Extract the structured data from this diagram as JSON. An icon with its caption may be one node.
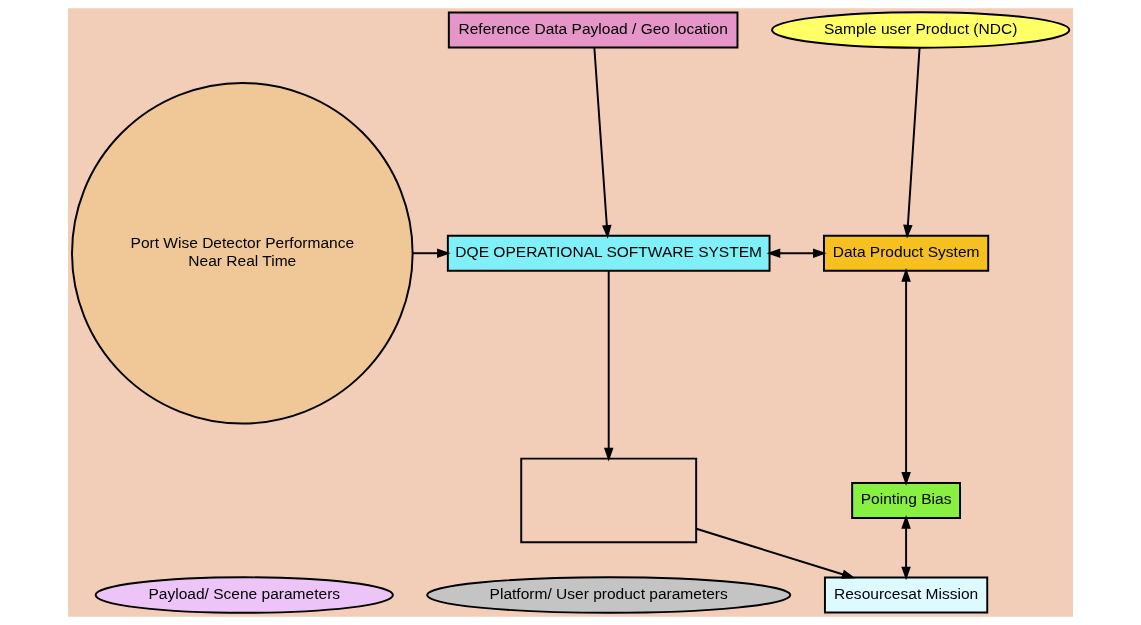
{
  "diagram": {
    "nodes": [
      {
        "text": [
          "Reference Data Payload / Geo location"
        ]
      },
      {
        "text": [
          "Sample user Product (NDC)"
        ]
      },
      {
        "text": [
          "Port Wise Detector Performance",
          "Near Real Time"
        ]
      },
      {
        "text": [
          "DQE OPERATIONAL SOFTWARE SYSTEM"
        ]
      },
      {
        "text": [
          "Data Product System"
        ]
      },
      {
        "text": [
          "Pointing Bias"
        ]
      },
      {
        "text": [],
        "shape": "box"
      },
      {
        "text": [
          "Payload/ Scene parameters"
        ]
      },
      {
        "text": [
          "Platform/ User product parameters"
        ]
      },
      {
        "text": [
          "Resourcesat Mission"
        ]
      }
    ],
    "edges": [
      {
        "from": 0,
        "to": 3,
        "arrow": "to"
      },
      {
        "from": 1,
        "to": 4,
        "arrow": "to"
      },
      {
        "from": 2,
        "to": 3,
        "arrow": "to"
      },
      {
        "from": 3,
        "to": 4,
        "arrow": "both"
      },
      {
        "from": 4,
        "to": 5,
        "arrow": "both"
      },
      {
        "from": 5,
        "to": 9,
        "arrow": "both"
      },
      {
        "from": 3,
        "to": 6,
        "arrow": "to"
      },
      {
        "from": 6,
        "to": 9,
        "arrow": "to"
      }
    ]
  }
}
